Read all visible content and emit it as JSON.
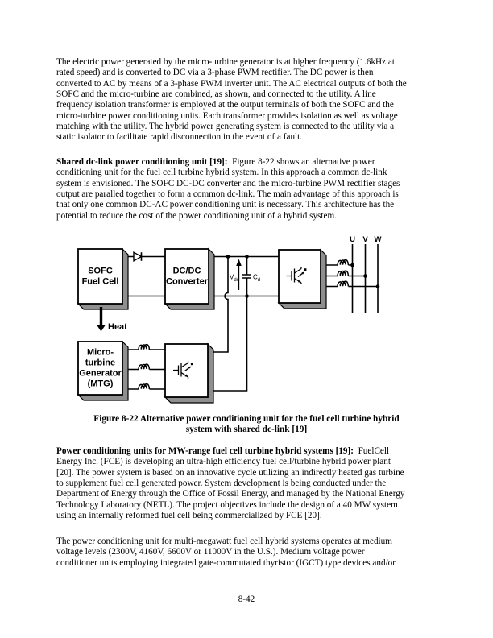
{
  "page": {
    "number": "8-42"
  },
  "colors": {
    "page_bg": "#ffffff",
    "text": "#000000",
    "box_shadow": "#8f8f8f"
  },
  "intro": {
    "lines": [
      "The electric power generated by the micro-turbine generator is at higher frequency (1.6kHz at",
      "rated speed) and is converted to DC via a 3-phase PWM rectifier. The DC power is then",
      "converted to AC by means of a 3-phase PWM inverter unit. The AC electrical outputs of both the",
      "SOFC and the micro-turbine are combined, as shown, and connected to the utility. A line",
      "frequency isolation transformer is employed at the output terminals of both the SOFC and the",
      "micro-turbine power conditioning units. Each transformer provides isolation as well as voltage",
      "matching with the utility. The hybrid power generating system is connected to the utility via a",
      "static isolator to facilitate rapid disconnection in the event of a fault."
    ]
  },
  "shared_dclink": {
    "heading": "Shared dc-link power conditioning unit [19]:",
    "first_line_rest": "  Figure 8-22 shows an alternative power",
    "lines": [
      "conditioning unit for the fuel cell turbine hybrid system. In this approach a common dc-link",
      "system is envisioned. The SOFC DC-DC converter and the micro-turbine PWM rectifier stages",
      "output are paralled together to form a common dc-link. The main advantage of this approach is",
      "that only one common DC-AC power conditioning unit is necessary. This architecture has the",
      "potential to reduce the cost of the power conditioning unit of a hybrid system."
    ]
  },
  "figure": {
    "caption_lines": [
      "Figure 8-22 Alternative power conditioning unit for the fuel cell turbine hybrid",
      "system with shared dc-link [19]"
    ],
    "diagram": {
      "sofc": [
        "SOFC",
        "Fuel Cell"
      ],
      "dcdc": [
        "DC/DC",
        "Converter"
      ],
      "mtg": [
        "Micro-",
        "turbine",
        "Generator",
        "(MTG)"
      ],
      "heat": "Heat",
      "vdc_main": "V",
      "vdc_sub": "dc",
      "cap_main": "C",
      "cap_sub": "d",
      "phases": [
        "U",
        "V",
        "W"
      ]
    }
  },
  "mw_section": {
    "heading": "Power conditioning units for MW-range fuel cell turbine hybrid systems [19]:",
    "first_line_rest": "  FuelCell",
    "lines": [
      "Energy Inc. (FCE) is developing an ultra-high efficiency fuel cell/turbine hybrid power plant",
      "[20]. The power system is based on an innovative cycle utilizing an indirectly heated gas turbine",
      "to supplement fuel cell generated power. System development is being conducted under the",
      "Department of Energy through the Office of Fossil Energy, and managed by the National Energy",
      "Technology Laboratory (NETL). The project objectives include the design of a 40 MW system",
      "using an internally reformed fuel cell being commercialized by FCE [20]."
    ]
  },
  "mv_para": {
    "lines": [
      "The power conditioning unit for multi-megawatt fuel cell hybrid systems operates at medium",
      "voltage levels (2300V, 4160V, 6600V or 11000V in the U.S.). Medium voltage power",
      "conditioner units employing integrated gate-commutated thyristor (IGCT) type devices and/or"
    ]
  }
}
